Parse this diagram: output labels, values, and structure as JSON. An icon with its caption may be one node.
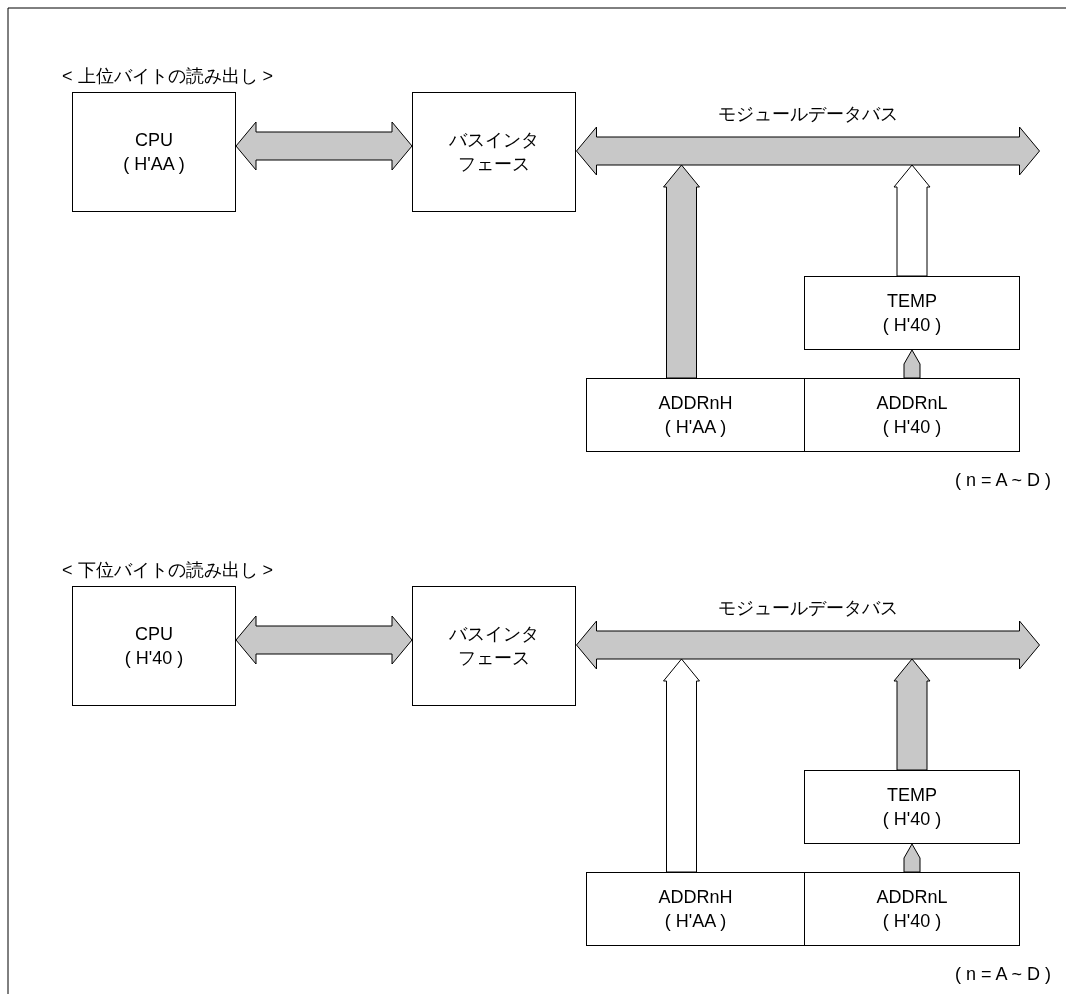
{
  "diagram": {
    "nodes": [
      {
        "text": [
          "CPU",
          "( H'AA )"
        ]
      },
      {
        "text": [
          "バスインタフェース"
        ]
      },
      {
        "text": [
          "モジュールデータバス"
        ]
      },
      {
        "text": [
          "TEMP",
          "( H'40 )"
        ]
      },
      {
        "text": [
          "ADDRnH",
          "( H'AA )"
        ]
      },
      {
        "text": [
          "ADDRnL",
          "( H'40 )"
        ]
      },
      {
        "text": [
          "CPU",
          "( H'40 )"
        ]
      },
      {
        "text": [
          "バスインタフェース"
        ]
      },
      {
        "text": [
          "モジュールデータバス"
        ]
      },
      {
        "text": [
          "TEMP",
          "( H'40 )"
        ]
      },
      {
        "text": [
          "ADDRnH",
          "( H'AA )"
        ]
      },
      {
        "text": [
          "ADDRnL",
          "( H'40 )"
        ]
      }
    ],
    "edges": [
      {
        "from": 0,
        "to": 1,
        "arrow": "both"
      },
      {
        "from": 4,
        "to": 2,
        "arrow": "to"
      },
      {
        "from": 3,
        "to": 2,
        "arrow": "to",
        "color": "#ffffff"
      },
      {
        "from": 5,
        "to": 3,
        "arrow": "to"
      },
      {
        "from": 6,
        "to": 7,
        "arrow": "both"
      },
      {
        "from": 10,
        "to": 8,
        "arrow": "to",
        "color": "#ffffff"
      },
      {
        "from": 9,
        "to": 8,
        "arrow": "to"
      },
      {
        "from": 11,
        "to": 9,
        "arrow": "to"
      }
    ],
    "labels": [
      "< 上位バイトの読み出し >",
      "( n = A ~ D )",
      "< 下位バイトの読み出し >",
      "( n = A ~ D )"
    ]
  }
}
